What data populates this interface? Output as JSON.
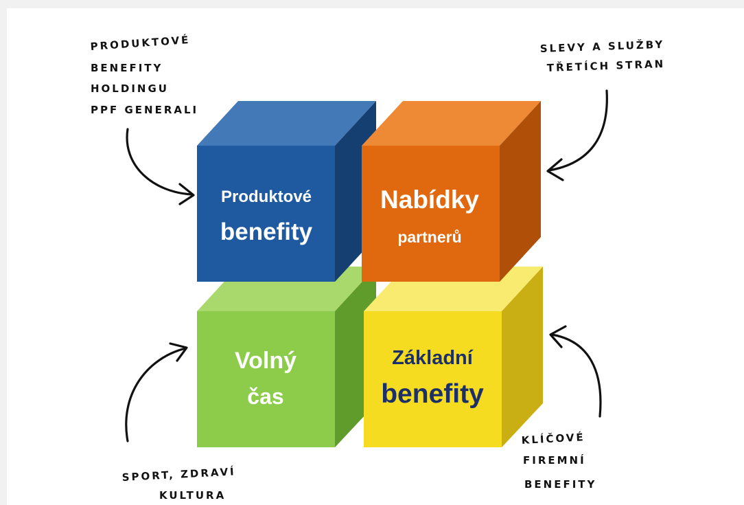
{
  "cubes": {
    "top_left": {
      "line1": "Produktové",
      "line2": "benefity"
    },
    "top_right": {
      "line1": "Nabídky",
      "line2": "partnerů"
    },
    "bottom_left": {
      "line1": "Volný",
      "line2": "čas"
    },
    "bottom_right": {
      "line1": "Základní",
      "line2": "benefity"
    }
  },
  "notes": {
    "top_left": [
      "PRODUKTOVÉ",
      "BENEFITY",
      "HOLDINGU",
      "PPF GENERALI"
    ],
    "top_right": [
      "SLEVY A SLUŽBY",
      "TŘETÍCH STRAN"
    ],
    "bottom_left": [
      "SPORT, ZDRAVÍ",
      "KULTURA"
    ],
    "bottom_right": [
      "KLÍČOVÉ",
      "FIREMNÍ",
      "BENEFITY"
    ]
  },
  "colors": {
    "blue": "#1f5aa0",
    "orange": "#e0680e",
    "green": "#8ccc4a",
    "yellow": "#f5dc20",
    "dark_text": "#1c2f66",
    "light_text": "#ffffff"
  }
}
